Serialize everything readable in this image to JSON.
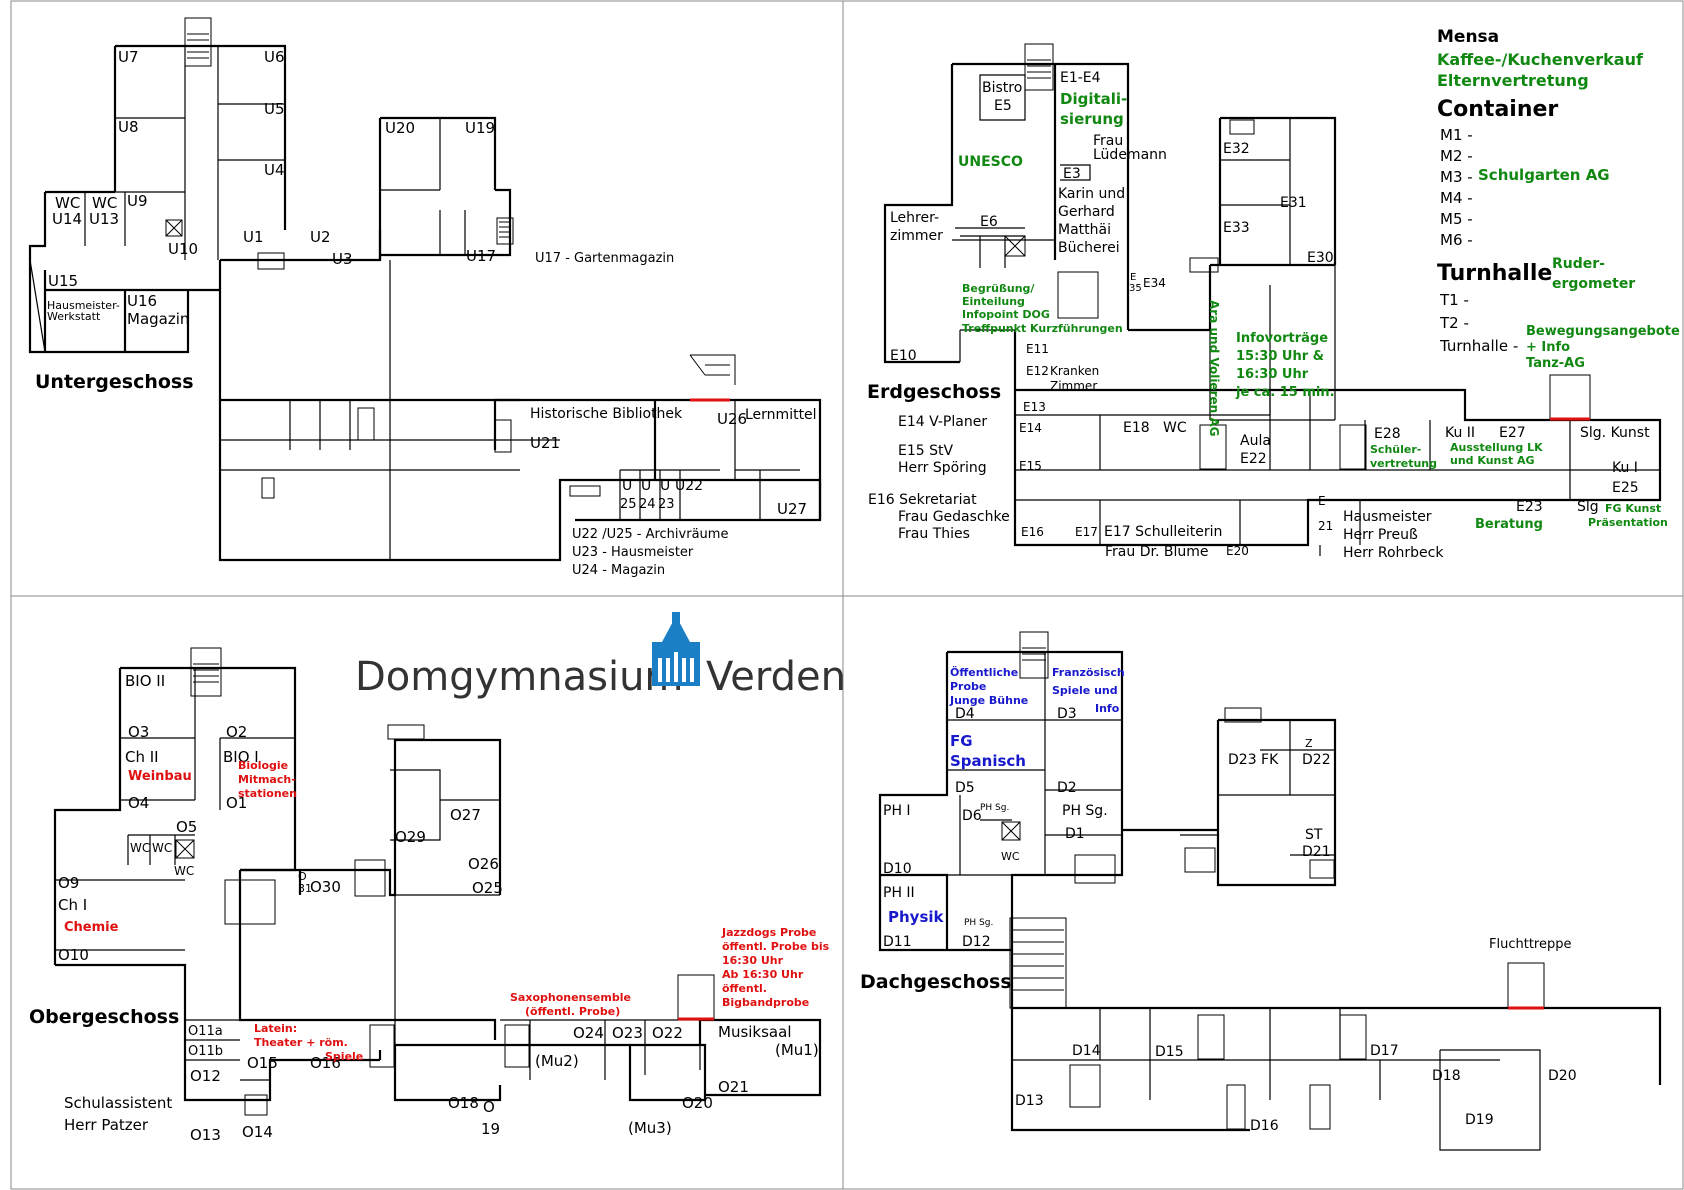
{
  "colors": {
    "black": "#000000",
    "green": "#118811",
    "red": "#e01010",
    "blue": "#1818cc",
    "logo": "#1a7fc4",
    "logoText": "#333333"
  },
  "logo": {
    "text1": "Domgymnasium",
    "text2": "Verden"
  },
  "untergeschoss": {
    "title": "Untergeschoss",
    "rooms": [
      {
        "label": "U7"
      },
      {
        "label": "U6"
      },
      {
        "label": "U5"
      },
      {
        "label": "U4"
      },
      {
        "label": "U8"
      },
      {
        "label": "U9"
      },
      {
        "label": "WC"
      },
      {
        "label": "U14"
      },
      {
        "label": "WC"
      },
      {
        "label": "U13"
      },
      {
        "label": "U10"
      },
      {
        "label": "U1"
      },
      {
        "label": "U2"
      },
      {
        "label": "U3"
      },
      {
        "label": "U20"
      },
      {
        "label": "U19"
      },
      {
        "label": "U17"
      },
      {
        "label": "U15"
      },
      {
        "label": "Hausmeister-"
      },
      {
        "label": "Werkstatt"
      },
      {
        "label": "U16"
      },
      {
        "label": "Magazin"
      },
      {
        "label": "Historische Bibliothek"
      },
      {
        "label": "U21"
      },
      {
        "label": "U26"
      },
      {
        "label": "Lernmittel"
      },
      {
        "label": "U"
      },
      {
        "label": "25"
      },
      {
        "label": "U"
      },
      {
        "label": "24"
      },
      {
        "label": "U"
      },
      {
        "label": "23"
      },
      {
        "label": "U22"
      },
      {
        "label": "U27"
      }
    ],
    "notes": [
      "U17 - Gartenmagazin",
      "U22 /U25 - Archivräume",
      "U23 - Hausmeister",
      "U24 - Magazin"
    ]
  },
  "erdgeschoss": {
    "title": "Erdgeschoss",
    "rooms": [
      {
        "label": "Bistro"
      },
      {
        "label": "E5"
      },
      {
        "label": "E1-E4"
      },
      {
        "label": "Frau"
      },
      {
        "label": "Lüdemann"
      },
      {
        "label": "E3"
      },
      {
        "label": "Karin und"
      },
      {
        "label": "Gerhard"
      },
      {
        "label": "Matthäi"
      },
      {
        "label": "Bücherei"
      },
      {
        "label": "Lehrer-"
      },
      {
        "label": "zimmer"
      },
      {
        "label": "E6"
      },
      {
        "label": "E10"
      },
      {
        "label": "E11"
      },
      {
        "label": "E12"
      },
      {
        "label": "Kranken"
      },
      {
        "label": "Zimmer"
      },
      {
        "label": "E13"
      },
      {
        "label": "E14"
      },
      {
        "label": "E15"
      },
      {
        "label": "E16"
      },
      {
        "label": "E17"
      },
      {
        "label": "E17 Schulleiterin"
      },
      {
        "label": "Frau Dr. Blume"
      },
      {
        "label": "E20"
      },
      {
        "label": "E18"
      },
      {
        "label": "WC"
      },
      {
        "label": "Aula"
      },
      {
        "label": "E22"
      },
      {
        "label": "E32"
      },
      {
        "label": "E33"
      },
      {
        "label": "E31"
      },
      {
        "label": "E30"
      },
      {
        "label": "E34"
      },
      {
        "label": "E"
      },
      {
        "label": "35"
      },
      {
        "label": "E28"
      },
      {
        "label": "Ku II"
      },
      {
        "label": "E27"
      },
      {
        "label": "Slg. Kunst"
      },
      {
        "label": "Ku I"
      },
      {
        "label": "E25"
      },
      {
        "label": "E"
      },
      {
        "label": "21"
      },
      {
        "label": "Hausmeister"
      },
      {
        "label": "Herr Preuß"
      },
      {
        "label": "Herr Rohrbeck"
      },
      {
        "label": "E23"
      },
      {
        "label": "Slg"
      }
    ],
    "legend": [
      "E14 V-Planer",
      "E15 StV",
      "Herr Spöring",
      "E16 Sekretariat",
      "Frau Gedaschke",
      "Frau Thies"
    ],
    "events": [
      {
        "text": "Digitali-"
      },
      {
        "text": "sierung"
      },
      {
        "text": "UNESCO"
      },
      {
        "text": "Begrüßung/"
      },
      {
        "text": "Einteilung"
      },
      {
        "text": "Infopoint DOG"
      },
      {
        "text": "Treffpunkt Kurzführungen"
      },
      {
        "text": "Ara und Volieren AG"
      },
      {
        "text": "Infovorträge"
      },
      {
        "text": "15:30 Uhr &"
      },
      {
        "text": "16:30 Uhr"
      },
      {
        "text": "je ca. 15 min."
      },
      {
        "text": "Schüler-"
      },
      {
        "text": "vertretung"
      },
      {
        "text": "Ausstellung LK"
      },
      {
        "text": "und Kunst AG"
      },
      {
        "text": "Beratung"
      },
      {
        "text": "FG Kunst"
      },
      {
        "text": "Präsentation"
      }
    ],
    "side": {
      "mensa": "Mensa",
      "mensaItems": [
        "Kaffee-/Kuchenverkauf",
        "Elternvertretung"
      ],
      "container": "Container",
      "containerItems": [
        "M1 -",
        "M2 -",
        "M3 -",
        "M4 -",
        "M5 -",
        "M6 -"
      ],
      "m3event": "Schulgarten AG",
      "turnhalle": "Turnhalle",
      "turnhalleEvent": [
        "Ruder-",
        "ergometer"
      ],
      "tItems": [
        "T1 -",
        "T2 -",
        "Turnhalle -"
      ],
      "tEvent": [
        "Bewegungsangebote",
        "+ Info",
        "Tanz-AG"
      ]
    }
  },
  "obergeschoss": {
    "title": "Obergeschoss",
    "rooms": [
      {
        "label": "BIO II"
      },
      {
        "label": "O3"
      },
      {
        "label": "O2"
      },
      {
        "label": "Ch II"
      },
      {
        "label": "BIO I"
      },
      {
        "label": "O4"
      },
      {
        "label": "O1"
      },
      {
        "label": "O5"
      },
      {
        "label": "WC"
      },
      {
        "label": "WC"
      },
      {
        "label": "WC"
      },
      {
        "label": "O9"
      },
      {
        "label": "Ch I"
      },
      {
        "label": "O10"
      },
      {
        "label": "O"
      },
      {
        "label": "31"
      },
      {
        "label": "O30"
      },
      {
        "label": "O29"
      },
      {
        "label": "O27"
      },
      {
        "label": "O26"
      },
      {
        "label": "O25"
      },
      {
        "label": "O11a"
      },
      {
        "label": "O11b"
      },
      {
        "label": "O12"
      },
      {
        "label": "O13"
      },
      {
        "label": "O14"
      },
      {
        "label": "O15"
      },
      {
        "label": "O16"
      },
      {
        "label": "O18"
      },
      {
        "label": "O"
      },
      {
        "label": "19"
      },
      {
        "label": "(Mu2)"
      },
      {
        "label": "O24"
      },
      {
        "label": "O23"
      },
      {
        "label": "O22"
      },
      {
        "label": "Musiksaal"
      },
      {
        "label": "(Mu1)"
      },
      {
        "label": "O21"
      },
      {
        "label": "O20"
      },
      {
        "label": "(Mu3)"
      }
    ],
    "legend": [
      "Schulassistent",
      "Herr Patzer"
    ],
    "events": [
      {
        "text": "Weinbau"
      },
      {
        "text": "Biologie"
      },
      {
        "text": "Mitmach-"
      },
      {
        "text": "stationen"
      },
      {
        "text": "Chemie"
      },
      {
        "text": "Latein:"
      },
      {
        "text": "Theater + röm."
      },
      {
        "text": "Spiele"
      },
      {
        "text": "Saxophonensemble"
      },
      {
        "text": "(öffentl. Probe)"
      },
      {
        "text": "Jazzdogs Probe"
      },
      {
        "text": "öffentl. Probe bis"
      },
      {
        "text": "16:30 Uhr"
      },
      {
        "text": "Ab 16:30 Uhr"
      },
      {
        "text": "öffentl."
      },
      {
        "text": "Bigbandprobe"
      }
    ]
  },
  "dachgeschoss": {
    "title": "Dachgeschoss",
    "rooms": [
      {
        "label": "D4"
      },
      {
        "label": "D3"
      },
      {
        "label": "D5"
      },
      {
        "label": "D2"
      },
      {
        "label": "PH I"
      },
      {
        "label": "D6"
      },
      {
        "label": "PH Sg."
      },
      {
        "label": "PH Sg."
      },
      {
        "label": "D1"
      },
      {
        "label": "WC"
      },
      {
        "label": "D10"
      },
      {
        "label": "PH II"
      },
      {
        "label": "PH Sg."
      },
      {
        "label": "D11"
      },
      {
        "label": "D12"
      },
      {
        "label": "D23 FK"
      },
      {
        "label": "Z"
      },
      {
        "label": "D22"
      },
      {
        "label": "ST"
      },
      {
        "label": "D21"
      },
      {
        "label": "Fluchttreppe"
      },
      {
        "label": "D14"
      },
      {
        "label": "D15"
      },
      {
        "label": "D17"
      },
      {
        "label": "D18"
      },
      {
        "label": "D20"
      },
      {
        "label": "D13"
      },
      {
        "label": "D16"
      },
      {
        "label": "D19"
      }
    ],
    "events": [
      {
        "text": "Öffentliche"
      },
      {
        "text": "Probe"
      },
      {
        "text": "Junge Bühne"
      },
      {
        "text": "Französisch"
      },
      {
        "text": "Spiele und"
      },
      {
        "text": "Info"
      },
      {
        "text": "FG"
      },
      {
        "text": "Spanisch"
      },
      {
        "text": "Physik"
      }
    ]
  }
}
